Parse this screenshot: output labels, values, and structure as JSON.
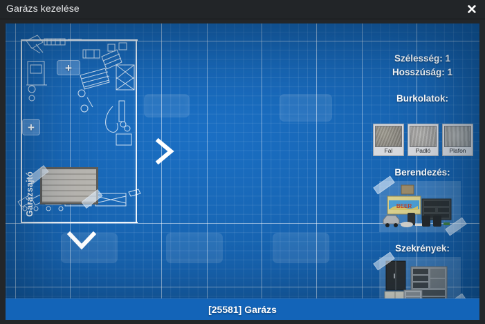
{
  "window": {
    "title": "Garázs kezelése",
    "close_icon": "close-icon",
    "close_label": "✕"
  },
  "blueprint": {
    "garage_door_label": "Garázsajtó",
    "expand_button_label": "+",
    "expand_buttons": [
      {
        "name": "expand-top",
        "label": "+"
      },
      {
        "name": "expand-left",
        "label": "+"
      }
    ],
    "move_right_icon": "chevron-right-icon",
    "move_down_icon": "chevron-down-icon"
  },
  "panel": {
    "width_line": "Szélesség: 1",
    "length_line": "Hosszúság: 1",
    "surfaces_heading": "Burkolatok:",
    "surfaces": [
      {
        "label": "Fal",
        "color": "#8d8a80"
      },
      {
        "label": "Padló",
        "color": "#a9a9a6"
      },
      {
        "label": "Plafon",
        "color": "#a3a3a0"
      }
    ],
    "furniture_heading": "Berendezés:",
    "cabinets_heading": "Szekrények:"
  },
  "footer": {
    "caption": "[25581] Garázs"
  },
  "colors": {
    "blueprint_blue": "#1762ad",
    "footer_blue": "#1364b8",
    "titlebar": "#222528",
    "accent_white": "#ffffff"
  }
}
